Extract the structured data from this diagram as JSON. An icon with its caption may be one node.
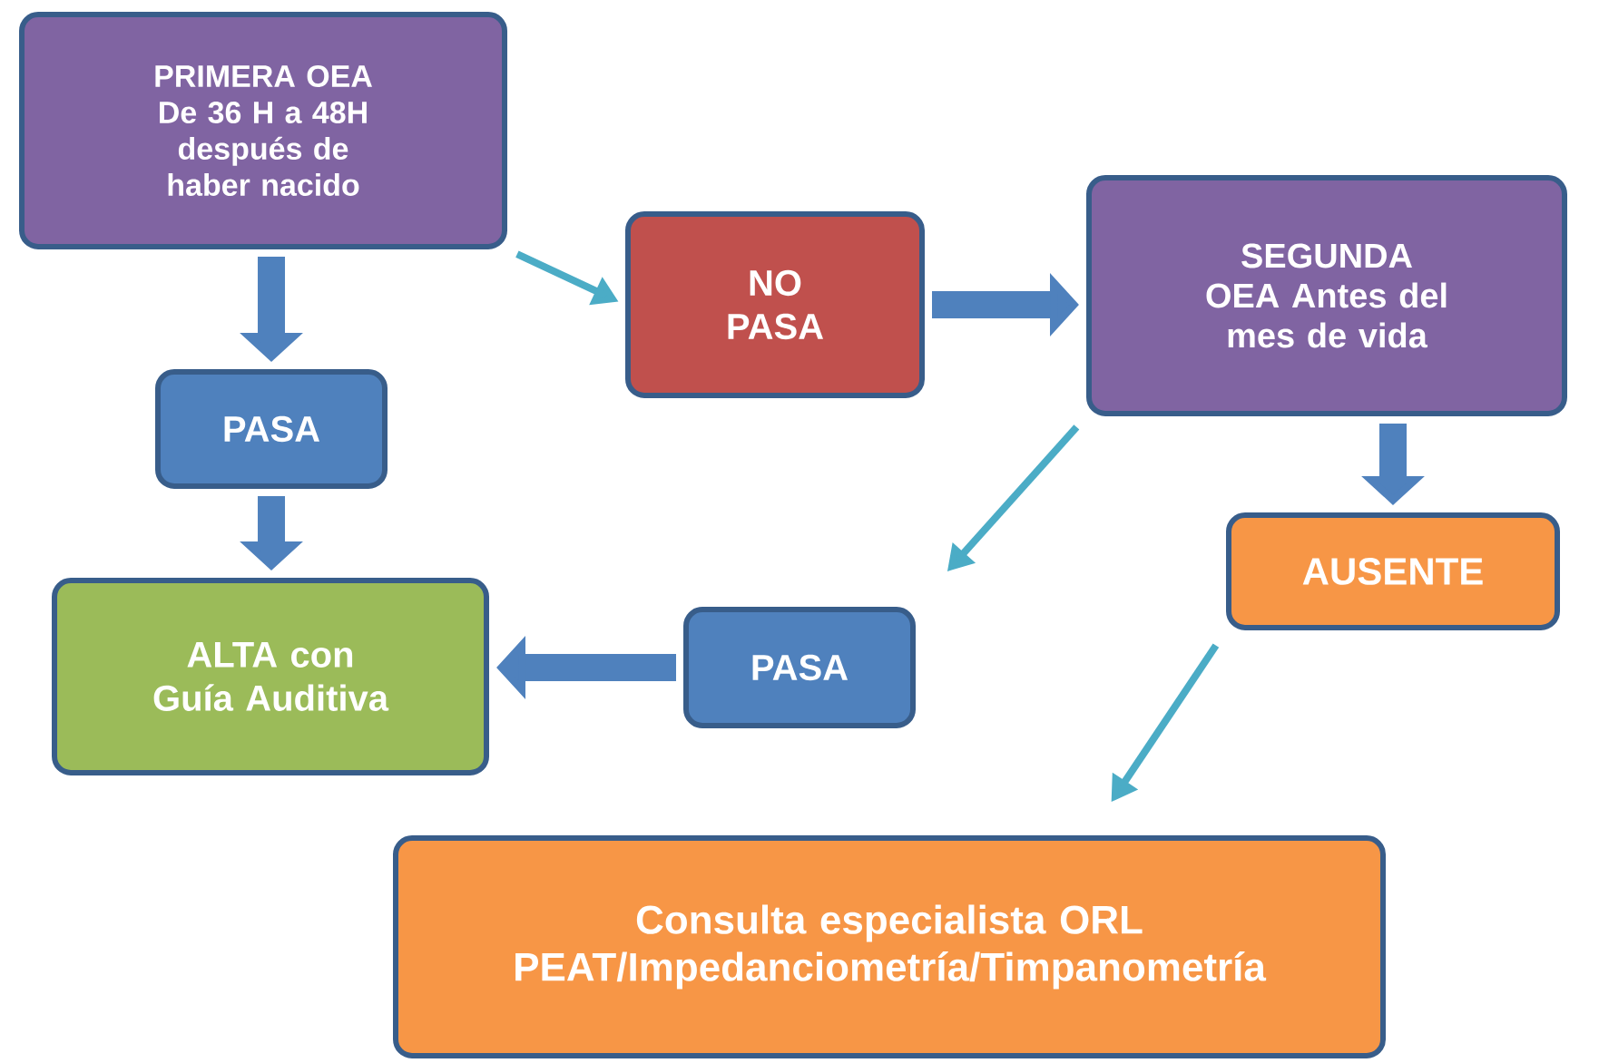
{
  "diagram": {
    "nodes": [
      {
        "text": [
          "PRIMERA OEA De 36 H a 48H después de haber nacido"
        ]
      },
      {
        "text": [
          "NO PASA"
        ]
      },
      {
        "text": [
          "SEGUNDA OEA Antes del mes de vida"
        ]
      },
      {
        "text": [
          "PASA"
        ]
      },
      {
        "text": [
          "AUSENTE"
        ]
      },
      {
        "text": [
          "ALTA con Guía Auditiva"
        ]
      },
      {
        "text": [
          "PASA"
        ]
      },
      {
        "text": [
          "Consulta especialista ORL PEAT/Impedanciometría/Timpanometría"
        ]
      }
    ],
    "edges": [
      {
        "from": 0,
        "to": 1,
        "arrow": "to",
        "color": "#4bacc6"
      },
      {
        "from": 0,
        "to": 3,
        "arrow": "to"
      },
      {
        "from": 1,
        "to": 2,
        "arrow": "to"
      },
      {
        "from": 3,
        "to": 5,
        "arrow": "to"
      },
      {
        "from": 2,
        "to": 6,
        "arrow": "to",
        "color": "#4bacc6"
      },
      {
        "from": 2,
        "to": 4,
        "arrow": "to"
      },
      {
        "from": 6,
        "to": 5,
        "arrow": "to"
      },
      {
        "from": 4,
        "to": 7,
        "arrow": "to",
        "color": "#4bacc6"
      }
    ]
  }
}
